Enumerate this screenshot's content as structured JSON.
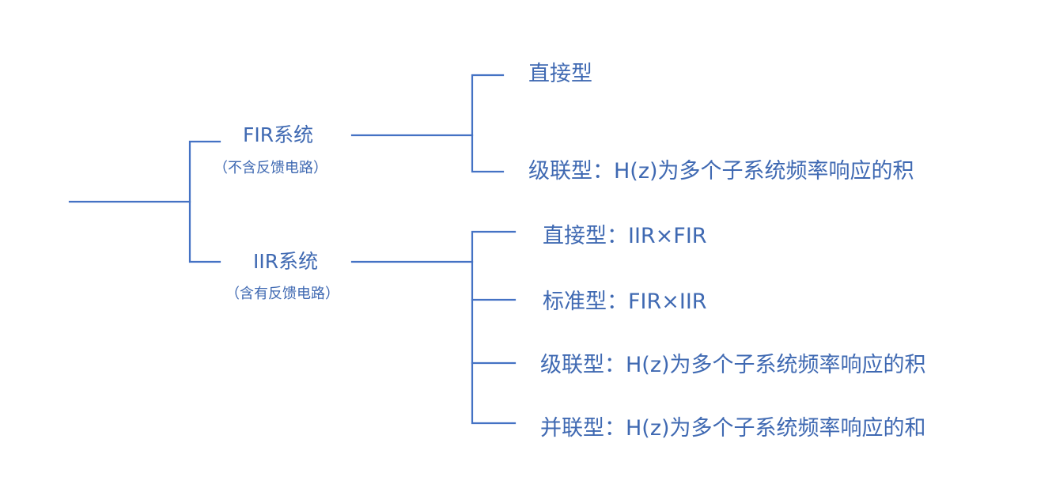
{
  "colors": {
    "line": "#4472c4",
    "text": "#3f69b2",
    "background": "#ffffff"
  },
  "fir": {
    "title": "FIR系统",
    "note": "（不含反馈电路）",
    "branches": [
      "直接型",
      "级联型：H(z)为多个子系统频率响应的积"
    ]
  },
  "iir": {
    "title": "IIR系统",
    "note": "（含有反馈电路）",
    "branches": [
      "直接型：IIR×FIR",
      "标准型：FIR×IIR",
      "级联型：H(z)为多个子系统频率响应的积",
      "并联型：H(z)为多个子系统频率响应的和"
    ]
  }
}
